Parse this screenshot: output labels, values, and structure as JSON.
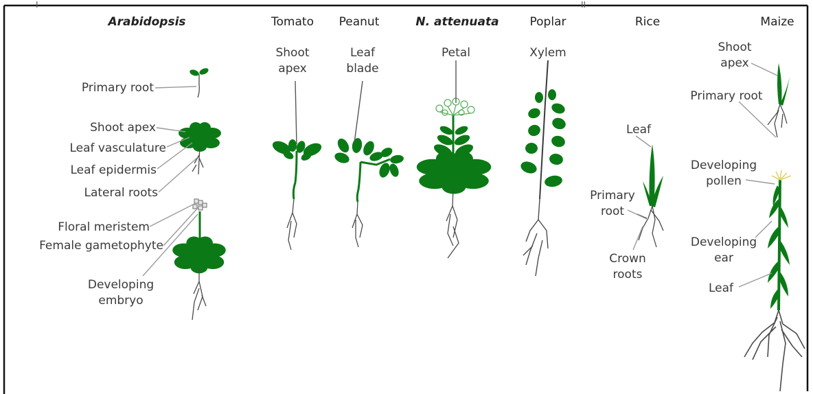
{
  "colors": {
    "plant": "#0b7a16",
    "leader": "#9a9a9a",
    "root": "#4a4a4a",
    "text": "#3a3a3a",
    "pollen": "#e2d36a"
  },
  "headers": {
    "arabidopsis": "Arabidopsis",
    "tomato": "Tomato",
    "peanut": "Peanut",
    "nattenuata": "N. attenuata",
    "poplar": "Poplar",
    "rice": "Rice",
    "maize": "Maize",
    "section_i": "I",
    "section_ii": "II"
  },
  "arabidopsis_labels": {
    "primary_root": "Primary root",
    "shoot_apex": "Shoot apex",
    "leaf_vasculature": "Leaf vasculature",
    "leaf_epidermis": "Leaf epidermis",
    "lateral_roots": "Lateral roots",
    "floral_meristem": "Floral meristem",
    "female_gametophyte": "Female gametophyte",
    "developing_embryo_1": "Developing",
    "developing_embryo_2": "embryo"
  },
  "tomato_labels": {
    "line1": "Shoot",
    "line2": "apex"
  },
  "peanut_labels": {
    "line1": "Leaf",
    "line2": "blade"
  },
  "nattenuata_labels": {
    "line1": "Petal"
  },
  "poplar_labels": {
    "line1": "Xylem"
  },
  "rice_labels": {
    "leaf": "Leaf",
    "primary_root_1": "Primary",
    "primary_root_2": "root",
    "crown_roots_1": "Crown",
    "crown_roots_2": "roots"
  },
  "maize_labels": {
    "shoot_apex_1": "Shoot",
    "shoot_apex_2": "apex",
    "primary_root": "Primary root",
    "developing_pollen_1": "Developing",
    "developing_pollen_2": "pollen",
    "developing_ear_1": "Developing",
    "developing_ear_2": "ear",
    "leaf": "Leaf"
  }
}
